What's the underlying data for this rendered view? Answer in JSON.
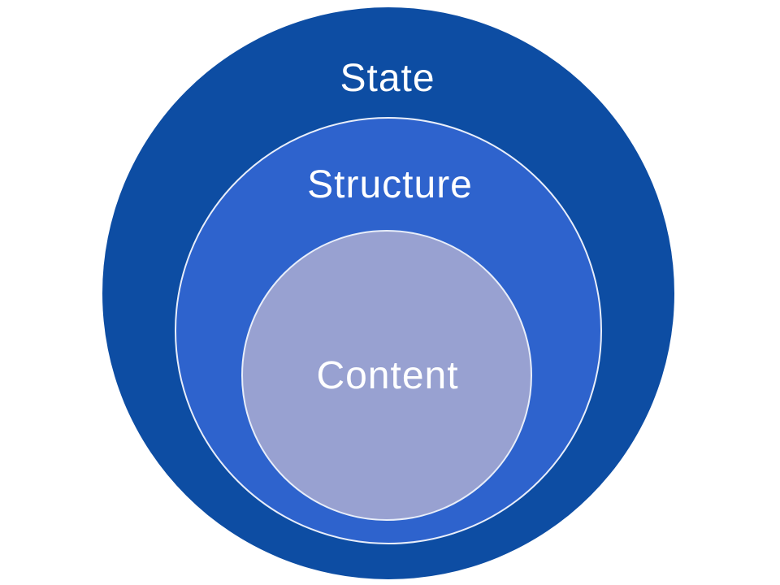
{
  "diagram": {
    "type": "nested-circles",
    "background_color": "#ffffff",
    "ring_border_color": "#e8eefa",
    "label_color": "#ffffff",
    "rings": [
      {
        "label": "State",
        "fill": "#0d4da3"
      },
      {
        "label": "Structure",
        "fill": "#2e63cd"
      },
      {
        "label": "Content",
        "fill": "#98a1d1"
      }
    ]
  }
}
